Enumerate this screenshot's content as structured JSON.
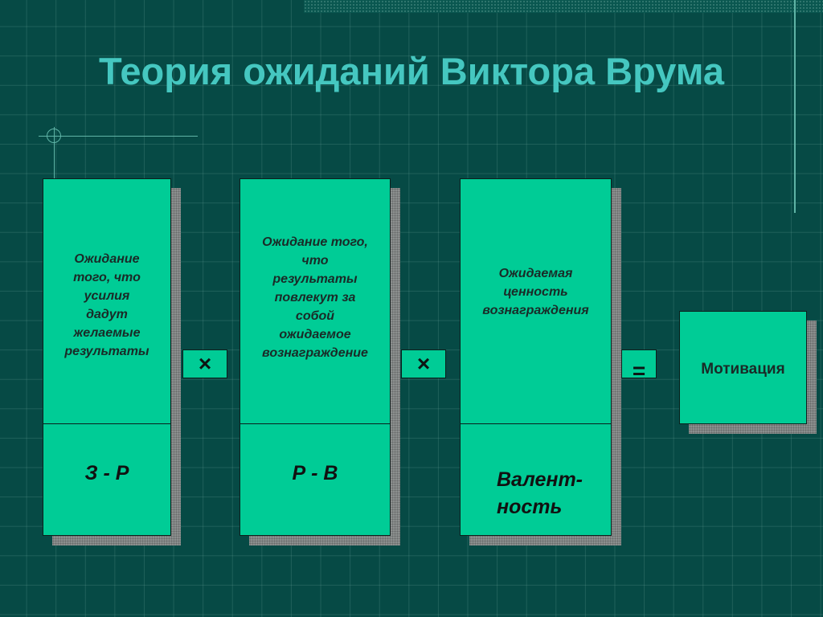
{
  "slide": {
    "title": "Теория ожиданий Виктора Врума",
    "boxes": [
      {
        "id": "effort-result",
        "description_lines": [
          "Ожидание",
          "того, что",
          "усилия",
          "дадут",
          "желаемые",
          "результаты"
        ],
        "code_lines": [
          "З - Р"
        ]
      },
      {
        "id": "result-reward",
        "description_lines": [
          "Ожидание того,",
          "что",
          "результаты",
          "повлекут за",
          "собой",
          "ожидаемое",
          "вознаграждение"
        ],
        "code_lines": [
          "Р - В"
        ]
      },
      {
        "id": "valence",
        "description_lines": [
          "Ожидаемая",
          "ценность",
          "вознаграждения"
        ],
        "code_lines": [
          "Валент-",
          "ность"
        ]
      }
    ],
    "operators": [
      "×",
      "×",
      "="
    ],
    "result_label": "Мотивация"
  },
  "colors": {
    "background": "#064a45",
    "title": "#45c7c0",
    "box_fill": "#00cc96",
    "shadow": "#8b8f8e"
  }
}
